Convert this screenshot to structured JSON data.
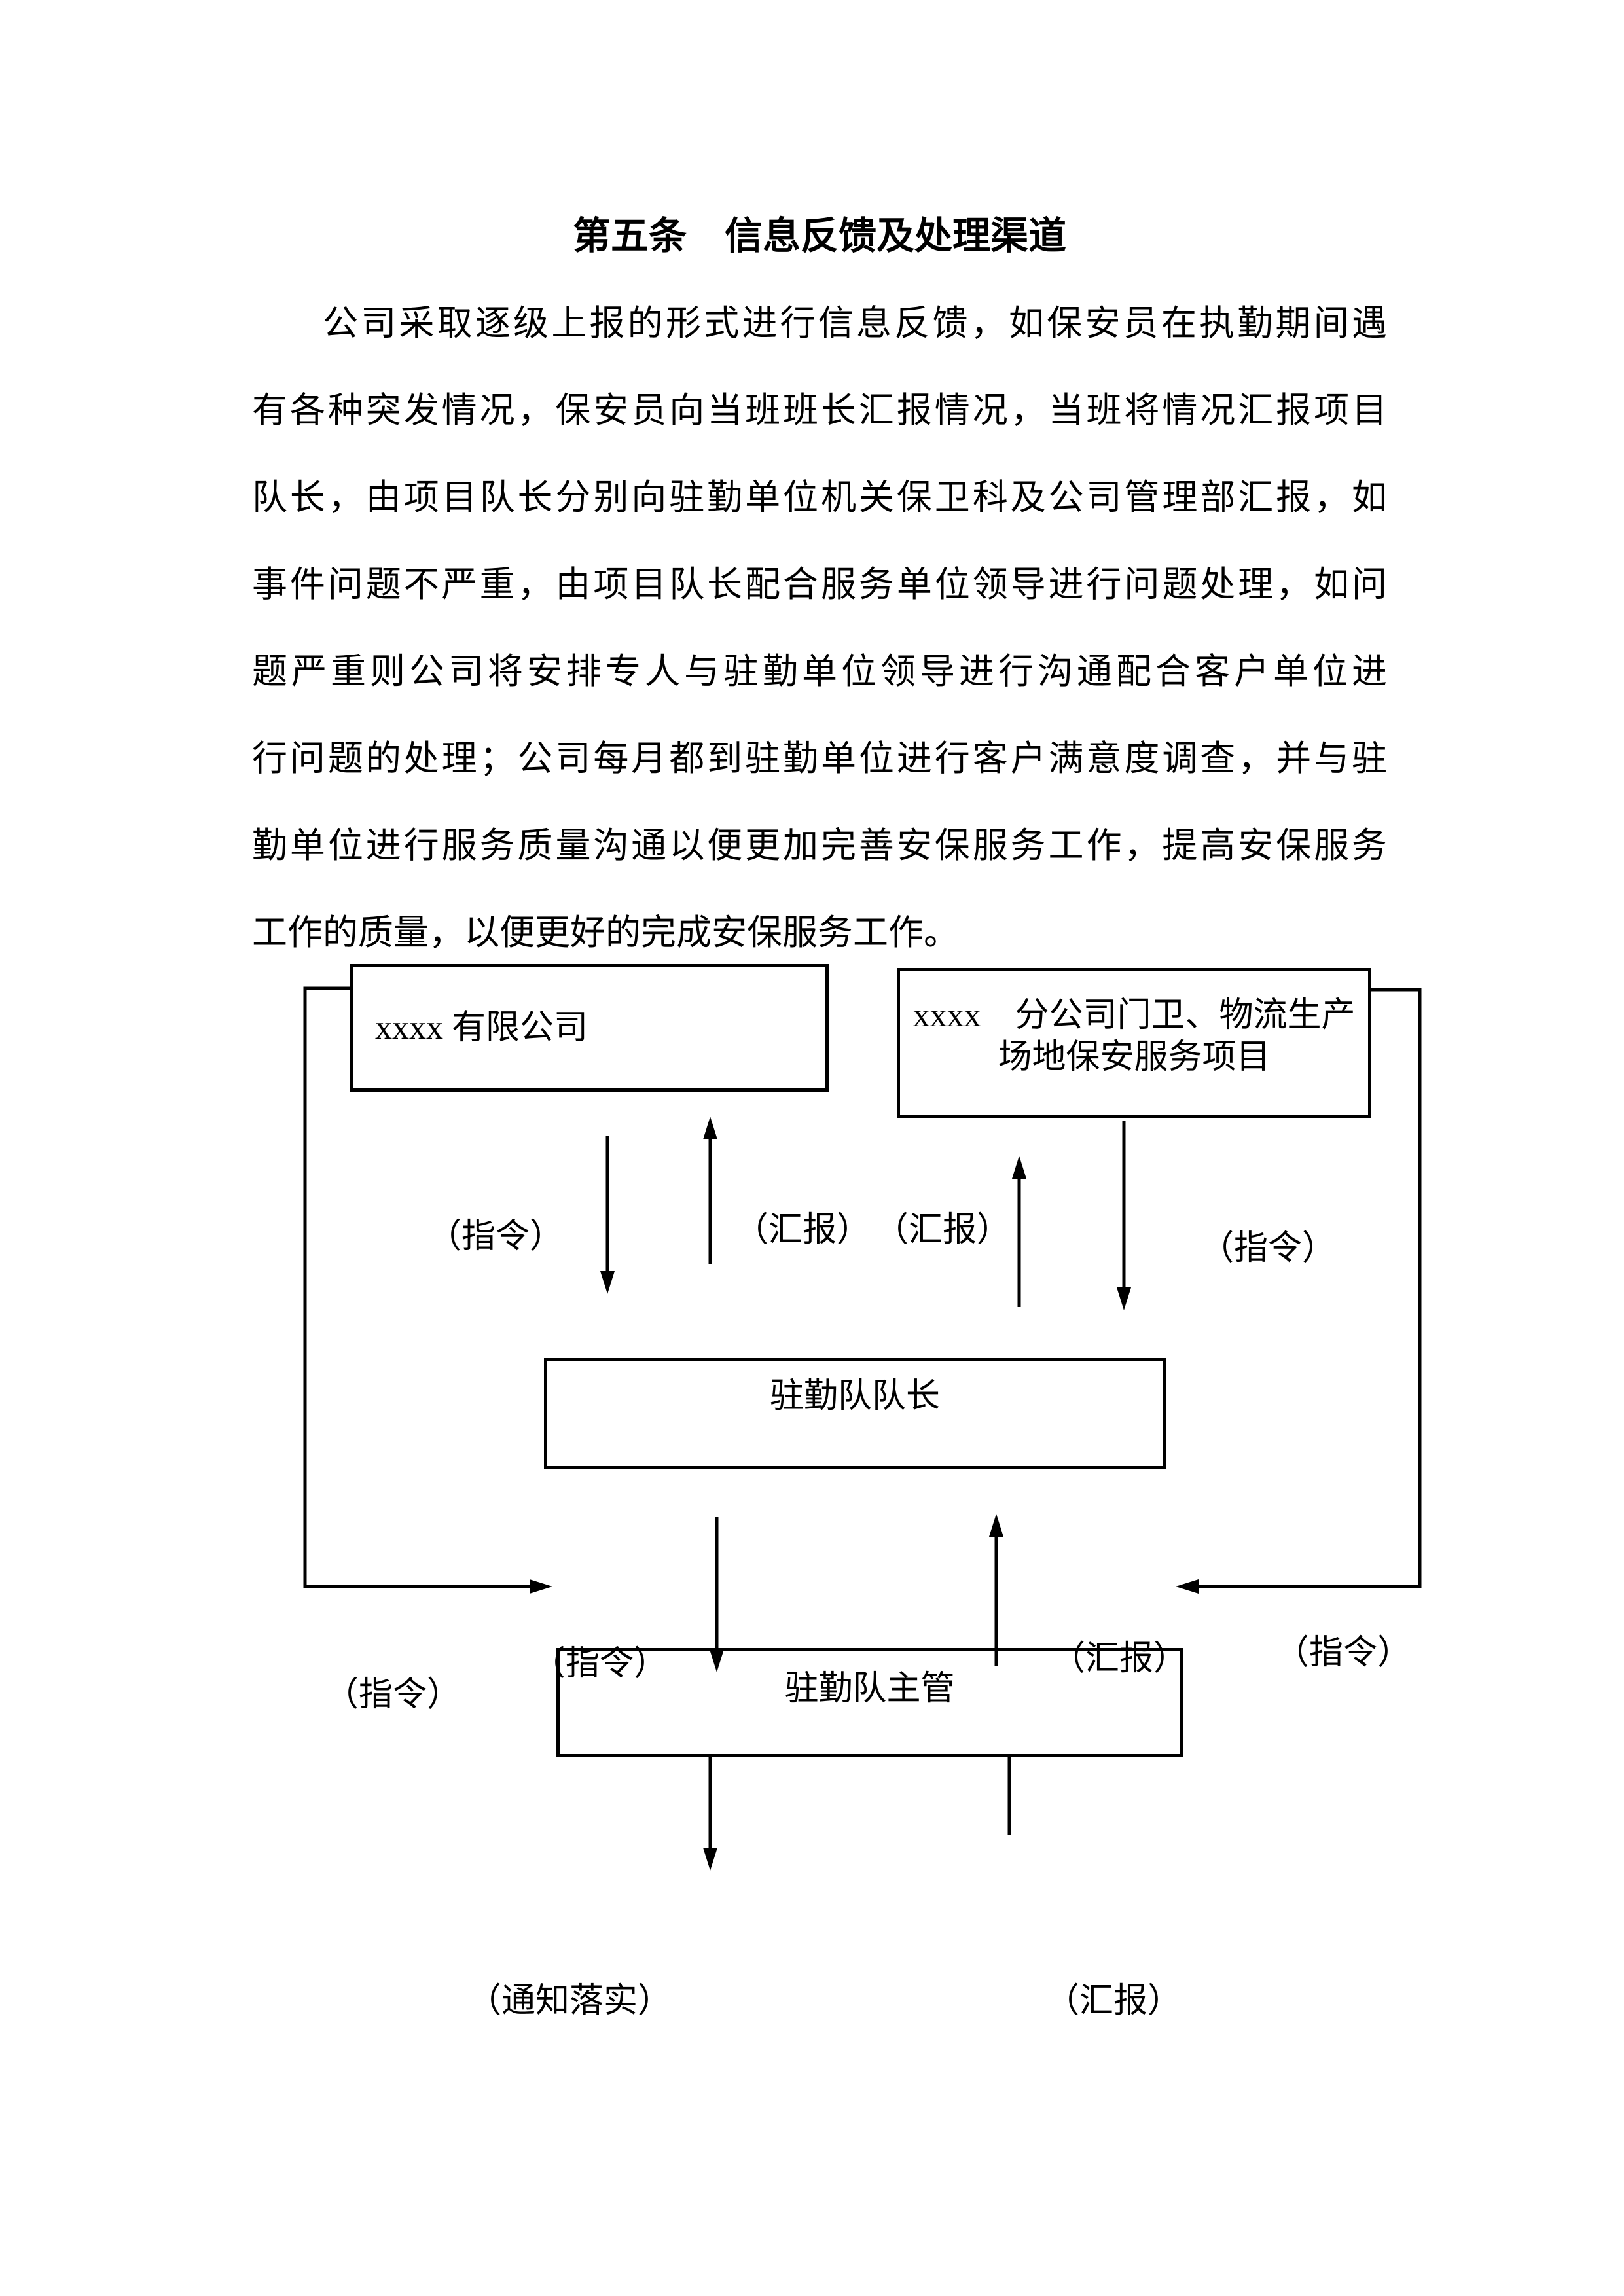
{
  "document": {
    "title": "第五条　信息反馈及处理渠道",
    "body_lines": [
      "公司采取逐级上报的形式进行信息反馈，如保安员在执勤期间遇",
      "有各种突发情况，保安员向当班班长汇报情况，当班将情况汇报项目",
      "队长，由项目队长分别向驻勤单位机关保卫科及公司管理部汇报，如",
      "事件问题不严重，由项目队长配合服务单位领导进行问题处理，如问",
      "题严重则公司将安排专人与驻勤单位领导进行沟通配合客户单位进",
      "行问题的处理；公司每月都到驻勤单位进行客户满意度调查，并与驻",
      "勤单位进行服务质量沟通以便更加完善安保服务工作，提高安保服务",
      "工作的质量，以便更好的完成安保服务工作。"
    ]
  },
  "diagram": {
    "boxes": {
      "company": "xxxx 有限公司",
      "project_line1": "xxxx　分公司门卫、物流生产",
      "project_line2": "场地保安服务项目",
      "captain": "驻勤队队长",
      "supervisor": "驻勤队主管"
    },
    "labels": {
      "command": "（指令）",
      "report": "（汇报）",
      "notify": "（通知落实）"
    }
  },
  "colors": {
    "ink": "#000000",
    "paper": "#ffffff"
  }
}
